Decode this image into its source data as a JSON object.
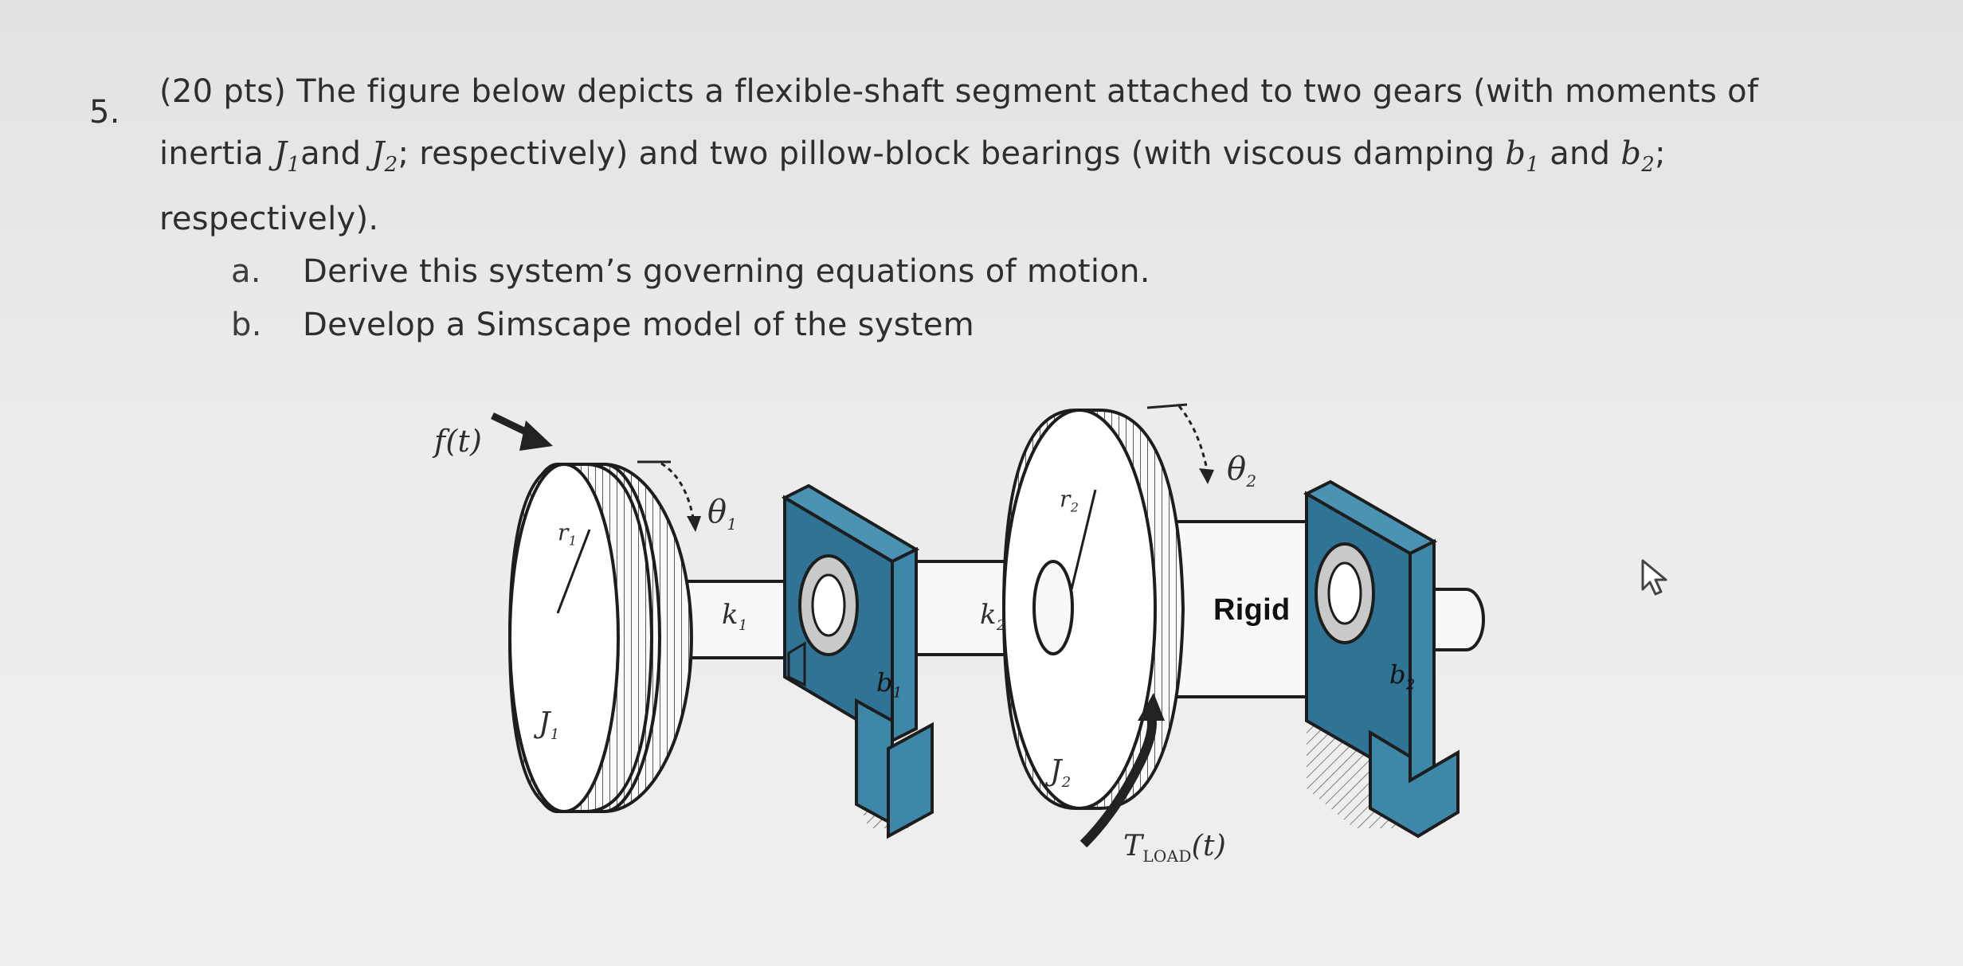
{
  "question": {
    "number": "5.",
    "points": "(20 pts)",
    "line1_text": "The figure below depicts a flexible-shaft segment attached to two gears (with moments of",
    "line2_pre": "inertia",
    "J1": "J",
    "J1_sub": "1",
    "line2_and": "and",
    "J2": "J",
    "J2_sub": "2",
    "line2_mid": "; respectively) and two pillow-block bearings (with viscous damping",
    "b1": "b",
    "b1_sub": "1",
    "line2_and2": "and",
    "b2": "b",
    "b2_sub": "2",
    "line2_end": ";",
    "line3": "respectively).",
    "parts": [
      {
        "marker": "a.",
        "text": "Derive this system’s governing equations of motion."
      },
      {
        "marker": "b.",
        "text": "Develop a Simscape model of the system"
      }
    ]
  },
  "figure": {
    "labels": {
      "force": "f(t)",
      "theta1": "θ",
      "theta1_sub": "1",
      "theta2": "θ",
      "theta2_sub": "2",
      "r1": "r",
      "r1_sub": "1",
      "r2": "r",
      "r2_sub": "2",
      "k1": "k",
      "k1_sub": "1",
      "k2": "k",
      "k2_sub": "2",
      "b1": "b",
      "b1_sub": "1",
      "b2": "b",
      "b2_sub": "2",
      "J1": "J",
      "J1_sub": "1",
      "J2": "J",
      "J2_sub": "2",
      "rigid": "Rigid",
      "tload": "T",
      "tload_sub": "LOAD",
      "tload_arg": "(t)"
    },
    "colors": {
      "bearing": "#3d87a8",
      "bearing_dark": "#2e6f8c",
      "bearing_outline": "#1d1d1d",
      "gear": "#ffffff",
      "shaft": "#f6f6f6"
    }
  }
}
